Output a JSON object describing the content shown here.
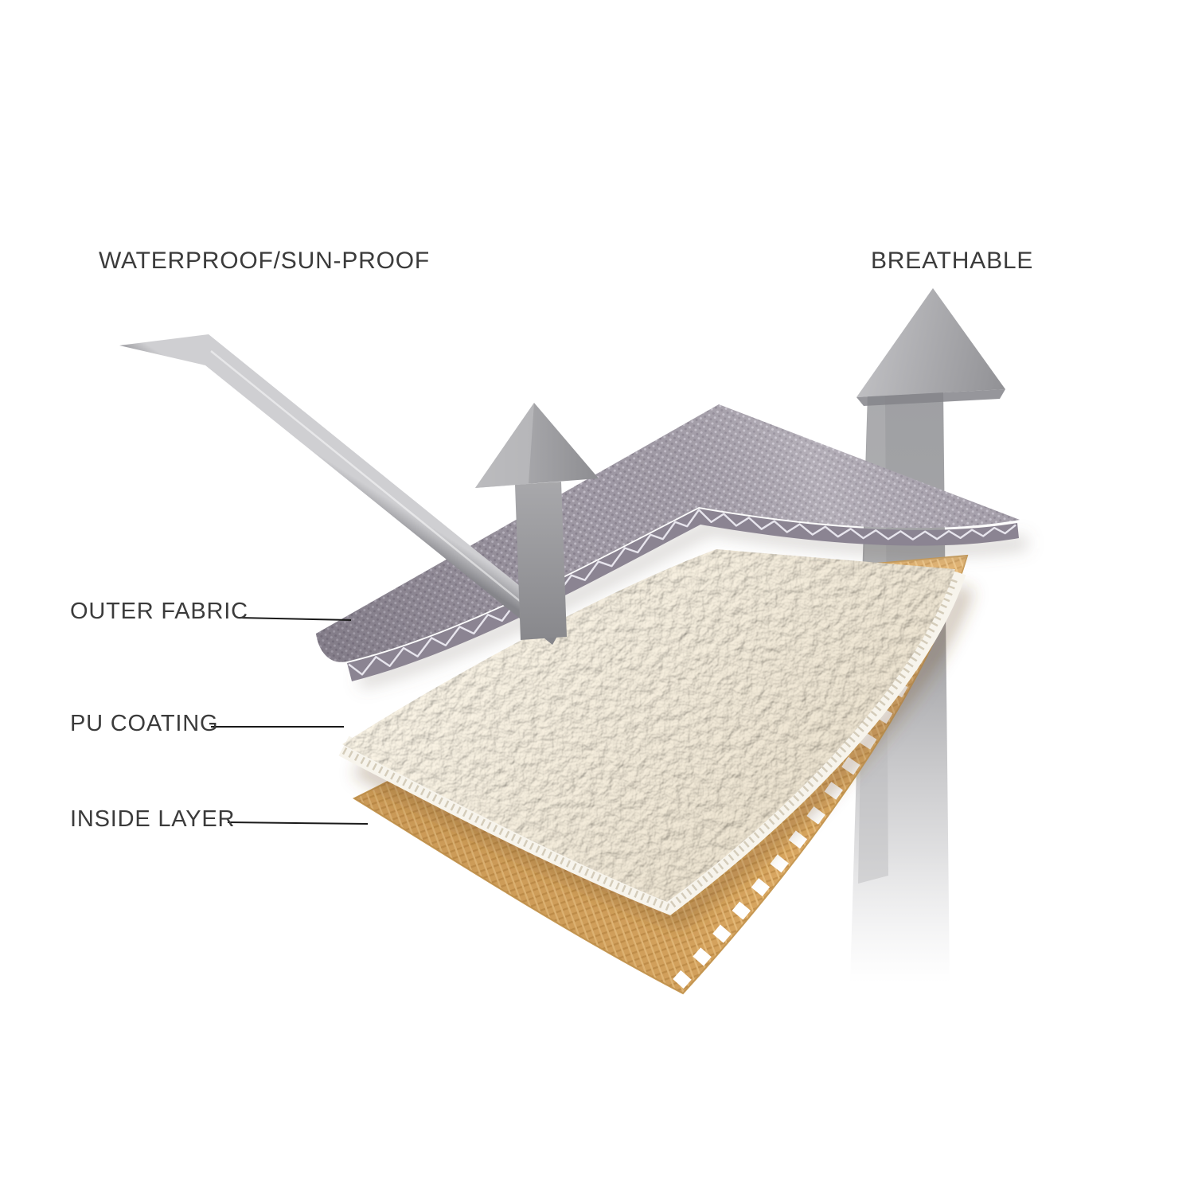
{
  "diagram": {
    "annotations": {
      "top_left": "WATERPROOF/SUN-PROOF",
      "top_right": "BREATHABLE"
    },
    "layer_labels": [
      {
        "text": "OUTER FABRIC"
      },
      {
        "text": "PU COATING"
      },
      {
        "text": "INSIDE LAYER"
      }
    ],
    "colors": {
      "background": "#ffffff",
      "arrow_gray": "#a2a2a5",
      "outer_fabric_gray": "#a49ea9",
      "pu_coating_cream": "#f2ebdb",
      "inside_layer_tan": "#ddaa63",
      "label_text": "#3b3b3b"
    }
  }
}
